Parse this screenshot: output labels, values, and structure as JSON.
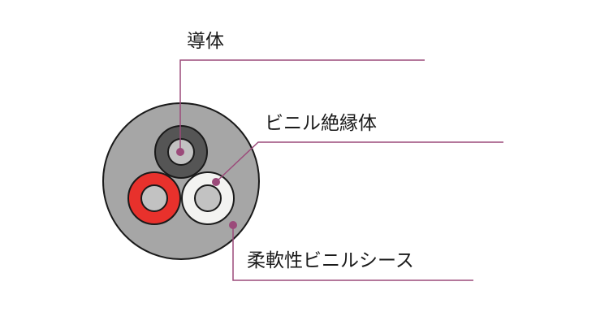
{
  "labels": {
    "conductor": "導体",
    "insulation": "ビニル絶縁体",
    "sheath": "柔軟性ビニルシース"
  },
  "colors": {
    "sheath": "#a6a6a6",
    "outline": "#1a1a1a",
    "core_black": "#555555",
    "core_red": "#e8312c",
    "core_white": "#f3f3f1",
    "conductor": "#c2c2c2",
    "leader": "#9b4a7a"
  }
}
